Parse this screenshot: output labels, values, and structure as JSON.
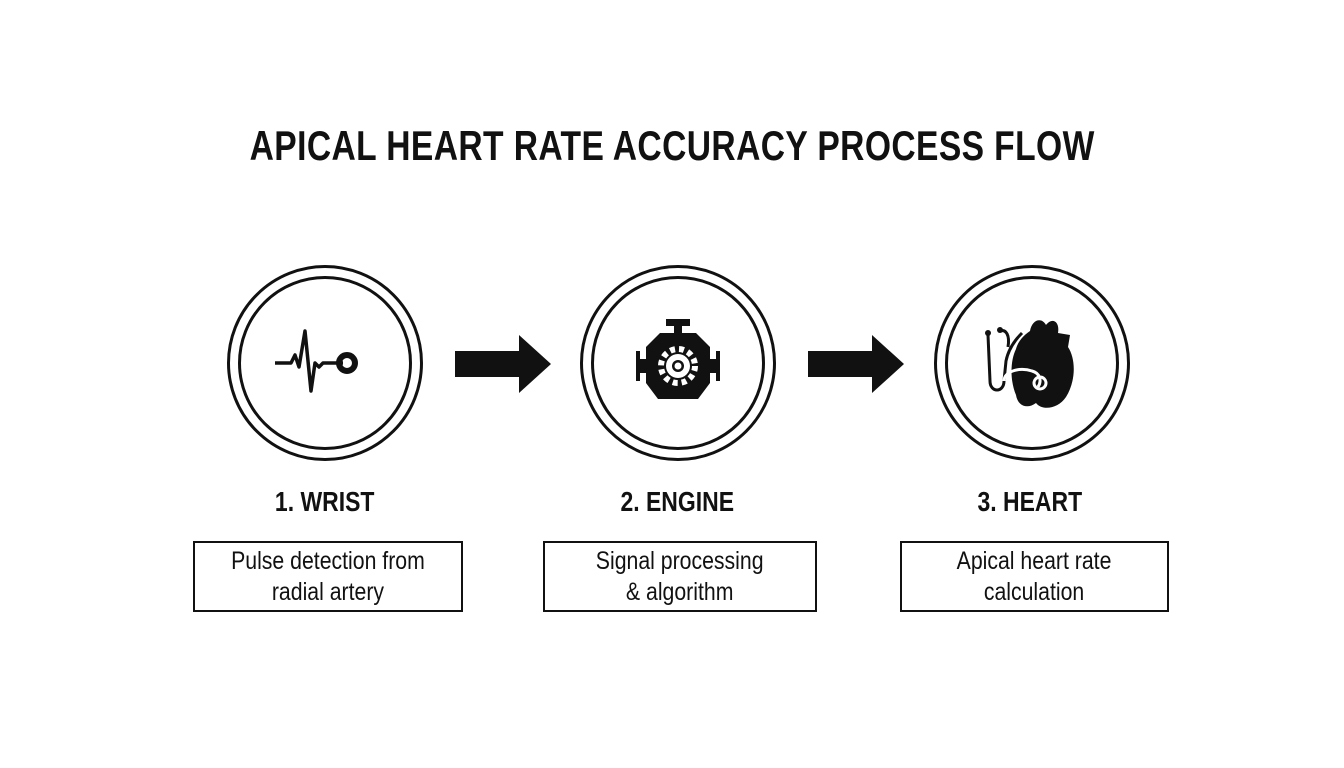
{
  "title": "APICAL HEART RATE ACCURACY PROCESS FLOW",
  "steps": [
    {
      "label": "1. WRIST",
      "description": "Pulse detection from\nradial artery",
      "icon": "pulse-waveform-icon"
    },
    {
      "label": "2. ENGINE",
      "description": "Signal processing\n& algorithm",
      "icon": "engine-gear-icon"
    },
    {
      "label": "3. HEART",
      "description": "Apical heart rate\ncalculation",
      "icon": "heart-stethoscope-icon"
    }
  ],
  "colors": {
    "stroke": "#111111",
    "background": "#ffffff"
  }
}
